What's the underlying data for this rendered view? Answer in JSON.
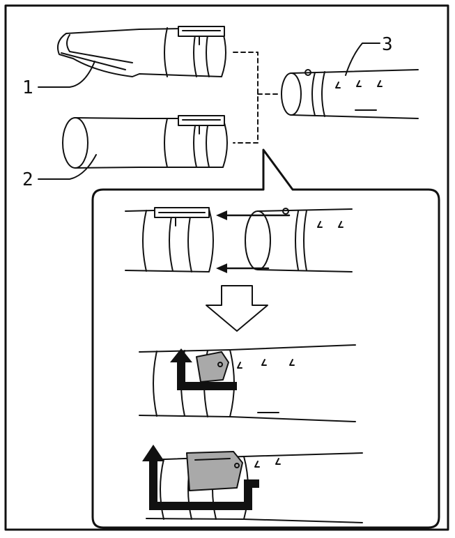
{
  "callouts": {
    "part_1": "1",
    "part_2": "2",
    "part_3": "3"
  },
  "colors": {
    "line": "#111111",
    "fill": "#ffffff",
    "latch_gray": "#a9a9a9",
    "arrow": "#111111"
  }
}
